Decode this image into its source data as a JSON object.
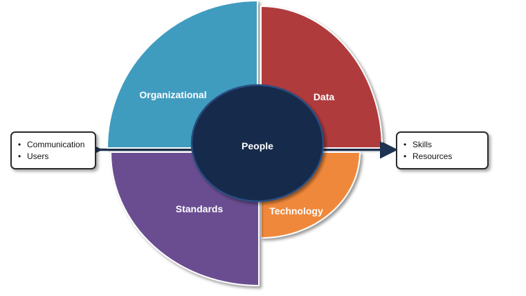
{
  "center": {
    "label": "People"
  },
  "quadrants": {
    "organizational": {
      "label": "Organizational"
    },
    "data": {
      "label": "Data"
    },
    "standards": {
      "label": "Standards"
    },
    "technology": {
      "label": "Technology"
    }
  },
  "left_box": {
    "items": [
      "Communication",
      "Users"
    ]
  },
  "right_box": {
    "items": [
      "Skills",
      "Resources"
    ]
  },
  "colors": {
    "organizational": "#3f9cbf",
    "data": "#b03a3e",
    "standards": "#6b4d91",
    "technology": "#f0883a",
    "center": "#152a4c",
    "arrow": "#1e3352"
  }
}
